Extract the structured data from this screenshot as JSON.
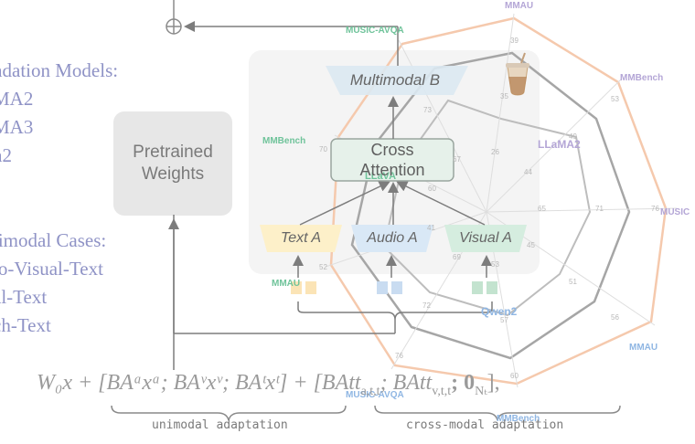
{
  "left_list": {
    "foundation_header": "ndation Models:",
    "foundation_items": [
      "MA2",
      "MA3",
      "n2"
    ],
    "cases_header": "timodal Cases:",
    "cases_items": [
      "io-Visual-Text",
      "al-Text",
      "ch-Text"
    ]
  },
  "pretrained_label": "Pretrained\nWeights",
  "diagram": {
    "multimodal_b": "Multimodal B",
    "cross_attention": "Cross\nAttention",
    "text_a": "Text A",
    "audio_a": "Audio A",
    "visual_a": "Visual A"
  },
  "formula": {
    "part1": "W₀x + [BAᵃxᵃ; BAᵛxᵛ; BAᵗxᵗ] + [BAtt",
    "part2": "; BAtt",
    "part3": "; 0",
    "part4": "],",
    "sub1": "a,t,t",
    "sub2": "v,t,t",
    "sub3": "Nₜ",
    "unimodal_label": "unimodal adaptation",
    "crossmodal_label": "cross-modal adaptation"
  },
  "radar": {
    "labels": [
      {
        "text": "MMAU",
        "color": "#b4a6d6"
      },
      {
        "text": "MUSIC-AVQA",
        "color": "#6fc39a"
      },
      {
        "text": "MMBench",
        "color": "#b4a6d6"
      },
      {
        "text": "MMBench",
        "color": "#6fc39a"
      },
      {
        "text": "LLaMA2",
        "color": "#b4a6d6"
      },
      {
        "text": "LLaVA",
        "color": "#6fc39a"
      },
      {
        "text": "MUSIC",
        "color": "#b4a6d6"
      },
      {
        "text": "MMAU",
        "color": "#6fc39a"
      },
      {
        "text": "Qwen2",
        "color": "#8fb6e3"
      },
      {
        "text": "MMAU",
        "color": "#8fb6e3"
      },
      {
        "text": "MUSIC-AVQA",
        "color": "#8fb6e3"
      },
      {
        "text": "MMBench",
        "color": "#8fb6e3"
      }
    ],
    "ticks": [
      "39",
      "35",
      "53",
      "49",
      "26",
      "44",
      "73",
      "67",
      "71",
      "76",
      "65",
      "60",
      "70",
      "41",
      "45",
      "53",
      "52",
      "69",
      "51",
      "56",
      "72",
      "57",
      "76",
      "60"
    ]
  },
  "colors": {
    "left_text": "#8f93c6",
    "orange_line": "#f5c9ad",
    "gray_line": "#a6a6a6",
    "green_label": "#6fc39a",
    "purple_label": "#b4a6d6",
    "blue_label": "#8fb6e3"
  },
  "icon": "iced-coffee-icon"
}
